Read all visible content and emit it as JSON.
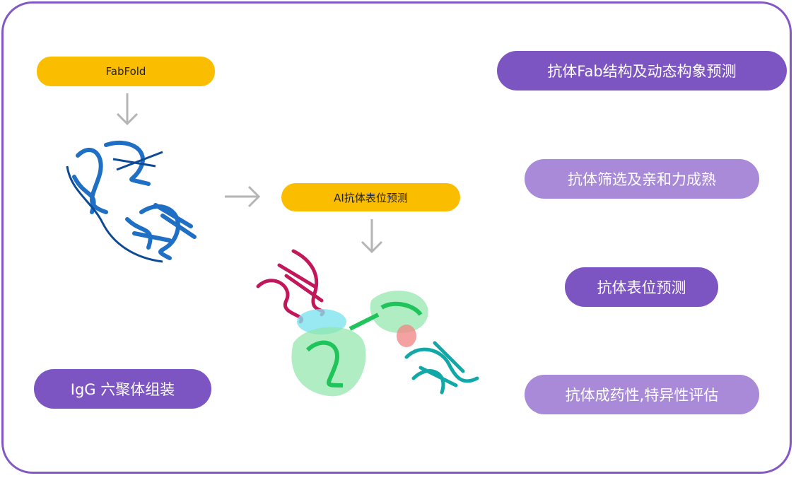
{
  "left_flow": {
    "fabfold_label": "FabFold",
    "epitope_label": "AI抗体表位预测"
  },
  "bottom_left_pill": "IgG 六聚体组装",
  "right_pills": [
    {
      "label": "抗体Fab结构及动态构象预测",
      "style": "dark"
    },
    {
      "label": "抗体筛选及亲和力成熟",
      "style": "light"
    },
    {
      "label": "抗体表位预测",
      "style": "dark"
    },
    {
      "label": "抗体成药性,特异性评估",
      "style": "light"
    }
  ],
  "colors": {
    "border": "#8358c6",
    "dark_pill": "#7d55c3",
    "light_pill": "#a88ad9",
    "yellow": "#fbbd00",
    "arrow": "#b5b5b5"
  }
}
